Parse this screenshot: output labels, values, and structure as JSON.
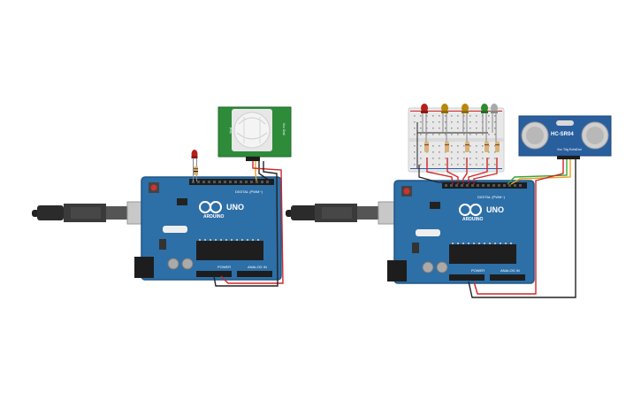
{
  "board_left": {
    "model": "UNO",
    "brand": "ARDUINO",
    "digital_label": "DIGITAL (PWM~)",
    "power_label": "POWER",
    "analog_label": "ANALOG IN"
  },
  "board_right": {
    "model": "UNO",
    "brand": "ARDUINO",
    "digital_label": "DIGITAL (PWM~)",
    "power_label": "POWER",
    "analog_label": "ANALOG IN"
  },
  "ultrasonic": {
    "model": "HC-SR04",
    "pins": [
      "Vcc",
      "Trig",
      "Echo",
      "Gnd"
    ]
  },
  "pir": {
    "left_label": "Vout",
    "right_label": "Vcc Gnd"
  },
  "colors": {
    "board": "#2d6fa7",
    "board_dark": "#1f5687",
    "wire_red": "#d22626",
    "wire_black": "#222222",
    "wire_green": "#3aa23a",
    "wire_orange": "#e8a21c",
    "pir_pcb": "#2e8b3a",
    "sonar_pcb": "#2a5f9e",
    "breadboard": "#e8e8e8"
  },
  "leds": [
    "red",
    "yellow",
    "yellow",
    "green",
    "white"
  ]
}
